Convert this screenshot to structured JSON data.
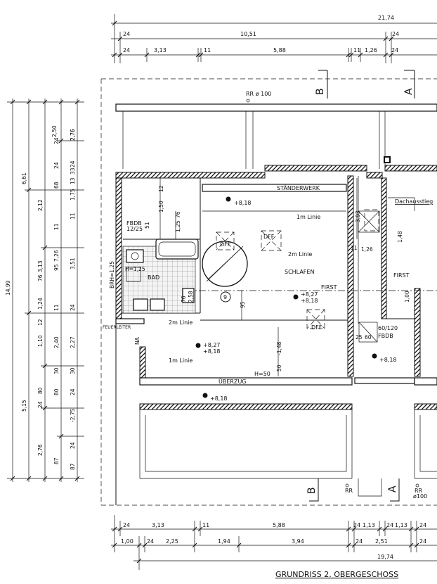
{
  "drawing_title": "GRUNDRISS 2. OBERGESCHOSS",
  "top_dims": {
    "total": "21,74",
    "row1": [
      "24",
      "10,51",
      "24"
    ],
    "row2": [
      "24",
      "3,13",
      "11",
      "5,88",
      "11",
      "1,26",
      "24"
    ]
  },
  "bottom_dims": {
    "row1": [
      "24",
      "3,13",
      "11",
      "5,88",
      "24",
      "1,13",
      "24",
      "1,13",
      "24"
    ],
    "row2": [
      "1,00",
      "24",
      "2,25",
      "1,94",
      "3,94",
      "24",
      "2,51",
      "24"
    ],
    "total": "19,74"
  },
  "left_dims": {
    "total": "14,99",
    "col1": [
      "6,61",
      "5,15"
    ],
    "col2": [
      "2,12",
      "3,13",
      "76",
      "1,24",
      "12",
      "1,10",
      "24",
      "80",
      "2,76"
    ],
    "col3": [
      "24",
      "68",
      "11",
      "95",
      "7,26",
      "11",
      "2,40",
      "30",
      "80",
      "87"
    ],
    "col4": [
      "2,76",
      "13",
      "33",
      "24"
    ],
    "col5": [
      "2,50",
      "1,75",
      "11",
      "3,51",
      "24",
      "2,27",
      "30",
      "24",
      "-2,75",
      "24",
      "87"
    ],
    "col6": [
      "2,76",
      "24"
    ]
  },
  "sections": {
    "b_top": "B",
    "a_top": "A",
    "b_bottom": "B",
    "a_bottom": "A"
  },
  "labels": {
    "rr_top": "RR ø 100",
    "staenderwerk": "STÄNDERWERK",
    "dachausstieg": "Dachausstieg",
    "line_1m": "1m Linie",
    "line_2m": "2m Linie",
    "line_2m_left": "2m Linie",
    "line_1m_left": "1m Linie",
    "schlafen": "SCHLAFEN",
    "first_mid": "FIRST",
    "first_right": "FIRST",
    "bad": "BAD",
    "fbdb_left": "FBDB",
    "fbdb_left_dim": "12/25",
    "fbdb_right": "FBDB",
    "fbdb_right_dim": "60/120",
    "brh": "BRH=1,25",
    "h125": "H=1,25",
    "feuerleiter": "FEUERLEITER",
    "na": "NA",
    "ueberzug": "ÜBERZUG",
    "h50": "H=50",
    "dff1": "DFF",
    "dff2": "DFF",
    "dff3": "DFF",
    "room_no": "9",
    "rr_bottom1": "RR",
    "rr_bottom2": "RR",
    "rr_bottom2_dim": "ø100"
  },
  "levels": {
    "lv1": "+8,18",
    "lv2a": "+8,27",
    "lv2b": "+8,18",
    "lv3a": "+8,27",
    "lv3b": "+8,18",
    "lv4": "+8,18",
    "lv5": "+8,18"
  },
  "inner_dims": {
    "d12": "12",
    "d150": "1,50",
    "d76": "76",
    "d125": "1,25",
    "d51": "51",
    "d393": "3,93",
    "d11": "11",
    "d126": "1,26",
    "d1485": "1,48",
    "d25": "25",
    "d60": "60",
    "d100": "1,00",
    "d148": "-1,48",
    "d50": "50",
    "d95": "95",
    "d76b": "76",
    "d258": "2,58"
  }
}
